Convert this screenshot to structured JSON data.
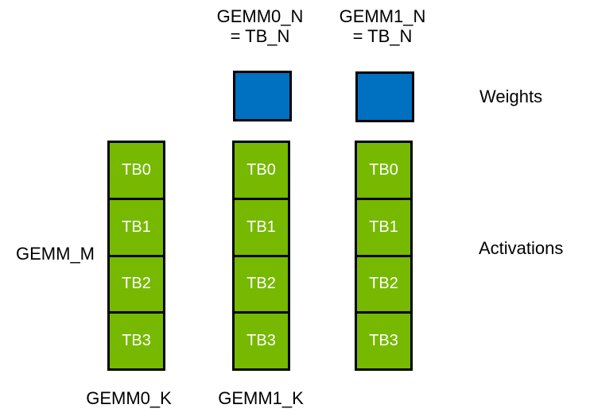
{
  "diagram": {
    "title_semantic": "GEMM thread-block tiling diagram",
    "colors": {
      "weights_fill": "#0070C0",
      "activations_fill": "#76B900",
      "border": "#000000",
      "cell_text": "#ffffff",
      "label_text": "#000000",
      "background": "#ffffff"
    },
    "header_labels": [
      {
        "line1": "GEMM0_N",
        "line2": "= TB_N"
      },
      {
        "line1": "GEMM1_N",
        "line2": "= TB_N"
      }
    ],
    "weights_label": "Weights",
    "activations_label": "Activations",
    "gemm_m_label": "GEMM_M",
    "bottom_labels": [
      "GEMM0_K",
      "GEMM1_K"
    ],
    "weight_tiles_count": 2,
    "stacks": [
      {
        "cells": [
          "TB0",
          "TB1",
          "TB2",
          "TB3"
        ]
      },
      {
        "cells": [
          "TB0",
          "TB1",
          "TB2",
          "TB3"
        ]
      },
      {
        "cells": [
          "TB0",
          "TB1",
          "TB2",
          "TB3"
        ]
      }
    ]
  }
}
